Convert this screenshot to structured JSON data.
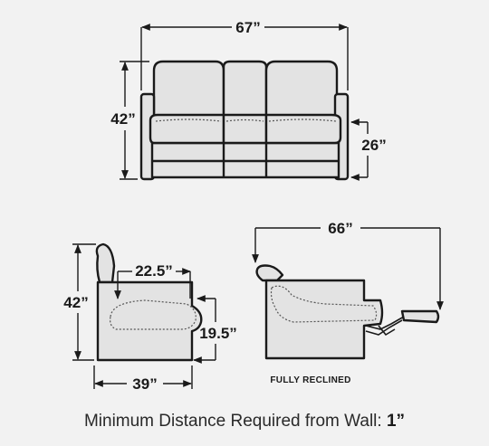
{
  "front_view": {
    "width_label": "67”",
    "back_height_label": "42”",
    "arm_height_label": "26”"
  },
  "side_view": {
    "seat_depth_label": "22.5”",
    "height_label": "42”",
    "seat_height_label": "19.5”",
    "depth_label": "39”"
  },
  "reclined_view": {
    "length_label": "66”",
    "caption": "FULLY RECLINED"
  },
  "footer": {
    "text": "Minimum Distance Required from Wall:",
    "value": "1”"
  }
}
